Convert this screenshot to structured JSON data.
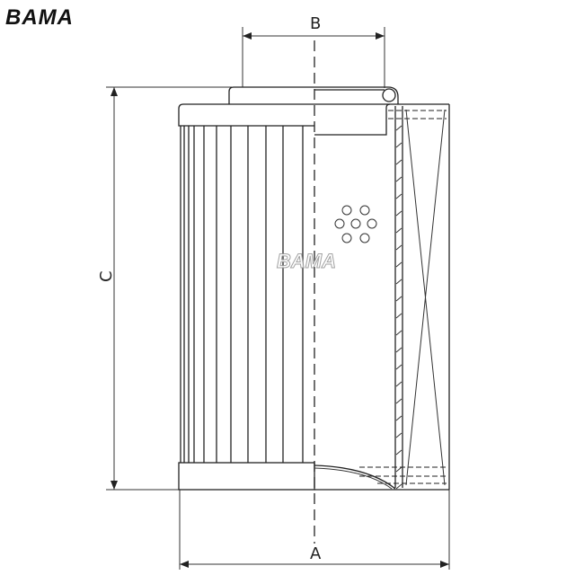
{
  "logo": {
    "text": "BAMA"
  },
  "watermark": {
    "text": "BAMA"
  },
  "dimensions": {
    "a": "A",
    "b": "B",
    "c": "C"
  }
}
